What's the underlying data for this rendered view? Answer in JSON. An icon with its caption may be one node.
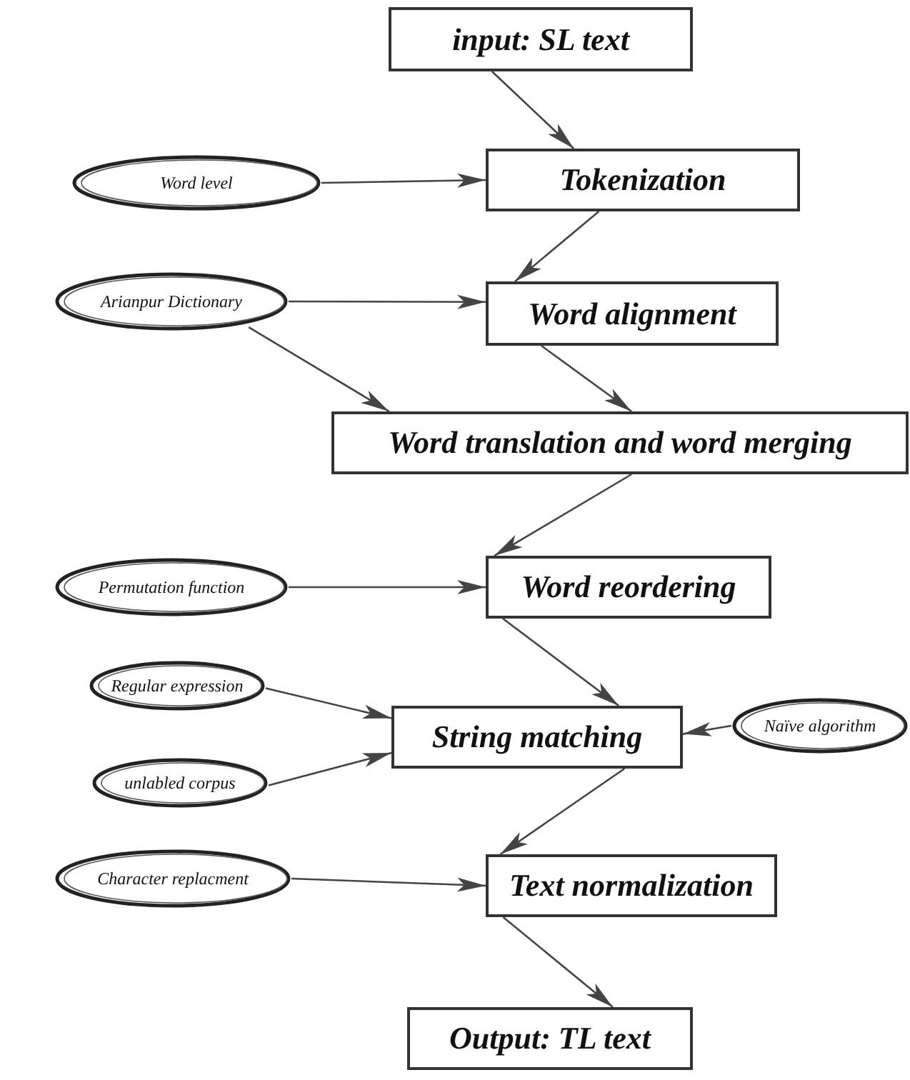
{
  "diagram": {
    "nodes": [
      {
        "text": [
          "input: SL text"
        ]
      },
      {
        "text": [
          "Word level"
        ]
      },
      {
        "text": [
          "Tokenization"
        ]
      },
      {
        "text": [
          "Arianpur Dictionary"
        ]
      },
      {
        "text": [
          "Word alignment"
        ]
      },
      {
        "text": [
          "Word translation and word merging"
        ]
      },
      {
        "text": [
          "Permutation function"
        ]
      },
      {
        "text": [
          "Word reordering"
        ]
      },
      {
        "text": [
          "Regular expression"
        ]
      },
      {
        "text": [
          "String matching"
        ]
      },
      {
        "text": [
          "Naïve algorithm"
        ]
      },
      {
        "text": [
          "unlabled corpus"
        ]
      },
      {
        "text": [
          "Character replacment"
        ]
      },
      {
        "text": [
          "Text normalization"
        ]
      },
      {
        "text": [
          "Output: TL text"
        ]
      }
    ],
    "edges": [
      {
        "from": 0,
        "to": 2,
        "arrow": "to"
      },
      {
        "from": 1,
        "to": 2,
        "arrow": "to"
      },
      {
        "from": 2,
        "to": 4,
        "arrow": "to"
      },
      {
        "from": 3,
        "to": 4,
        "arrow": "to"
      },
      {
        "from": 3,
        "to": 5,
        "arrow": "to"
      },
      {
        "from": 4,
        "to": 5,
        "arrow": "to"
      },
      {
        "from": 5,
        "to": 7,
        "arrow": "to"
      },
      {
        "from": 6,
        "to": 7,
        "arrow": "to"
      },
      {
        "from": 7,
        "to": 9,
        "arrow": "to"
      },
      {
        "from": 8,
        "to": 9,
        "arrow": "to"
      },
      {
        "from": 10,
        "to": 9,
        "arrow": "to"
      },
      {
        "from": 11,
        "to": 9,
        "arrow": "to"
      },
      {
        "from": 9,
        "to": 13,
        "arrow": "to"
      },
      {
        "from": 12,
        "to": 13,
        "arrow": "to"
      },
      {
        "from": 13,
        "to": 14,
        "arrow": "to"
      }
    ]
  }
}
